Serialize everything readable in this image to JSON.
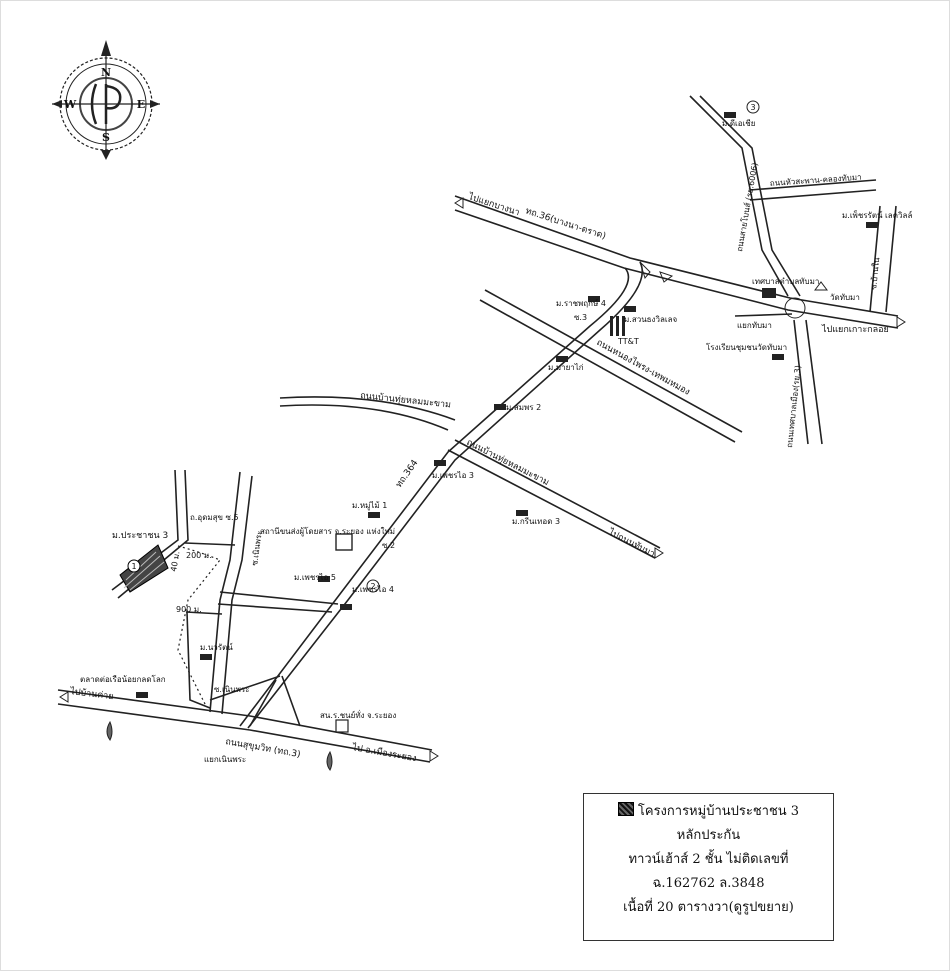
{
  "compass": {
    "n": "N",
    "s": "S",
    "e": "E",
    "w": "W"
  },
  "roads": {
    "hwy36": "ทถ.36(บางนา-ตราด)",
    "to_yaek_bang_na": "ไปแยกบางนา",
    "to_yaek_ko_chalo": "ไปแยกเกาะกลอย",
    "hwy364": "ทถ.364",
    "nong_phai_rd": "ถนนหนองไพรง-เทพมหมอง",
    "ban_bao_rd_1": "ถนนบ้านทุ่ยหลมมะขาม",
    "ban_bao_rd_2": "ถนนบ้านทุ่ยหลมมะขาม",
    "to_ban_thap_ma": "ไปถนนทับมา",
    "sukhumvit": "ถนนสุขุมวิท (ทถ.3)",
    "to_rayong": "ไป อ.เมืองระยอง",
    "to_ban_khai": "ไปบ้านค่าย",
    "yaek_noen_phra": "แยกเนินพระ",
    "thap_ma_rd": "ถนนหัวสะพาน-คลองทับมา",
    "road_rt6003": "ถนนสายโบนส์ (รย.6006)",
    "road_south": "ถนนเทศบาลเมือง(รย.3)",
    "soi_ban_nai": "ซ.บ้านใน",
    "yaek_thap_ma": "แยกทับมา",
    "soi_noen_phra": "ซ.เนินพระ",
    "soi_noen_phra_2": "ซ.เนินพระ",
    "soi_udom": "ถ.อุดมสุข ซ.5",
    "dist_40": "40 ม.",
    "dist_200": "200 ม.",
    "dist_900": "900 ม."
  },
  "places": {
    "prachachon3": "ม.ประชาชน 3",
    "chaiyapruek4": "ม.ราชพฤกษ์ 4",
    "suan_thong": "ม.สวนธงวิลเลจ",
    "ttt": "TT&T",
    "no3": "ซ.3",
    "mayakai": "ม.มายาไก่",
    "somporn2": "ม.สมพร 2",
    "phoen_chai3": "ม.เพชรไอ 3",
    "phoen_chai4": "ม.เพชรไอ 4",
    "phoen_chai5": "ม.เพชรไอ 5",
    "phromphon3": "ม.กรีนเทอด 3",
    "mai_ngam": "ม.หมู่ไม้ 1",
    "bus_station": "สถานีขนส่งผู้โดยสาร จ.ระยอง แห่งใหม่",
    "no2": "ซ.2",
    "naworat": "ม.นวรัตน์",
    "school_market": "ตลาดต่อเรือน้อยกลดโลก",
    "school_thap_ma": "โรงเรียนชุมชนวัดทับมา",
    "wat_thap_ma": "วัดทับมา",
    "tessaban": "เทศบาลตำบลทับมา",
    "phet_rat": "ม.เพ็ชรรัตน์ เลควิลล์",
    "nuan_chan": "ม.ดีเอเชีย",
    "hospital_rayong": "สน.ร.ชนย์ทั่ง จ.ระยอง",
    "circle1": "1",
    "circle2": "2",
    "circle3": "3"
  },
  "legend": {
    "line1": "โครงการหมู่บ้านประชาชน 3",
    "line2": "หลักประกัน",
    "line3": "ทาวน์เฮ้าส์ 2 ชั้น ไม่ติดเลขที่",
    "line4": "ฉ.162762 ล.3848",
    "line5": "เนื้อที่ 20 ตารางวา(ดูรูปขยาย)"
  }
}
